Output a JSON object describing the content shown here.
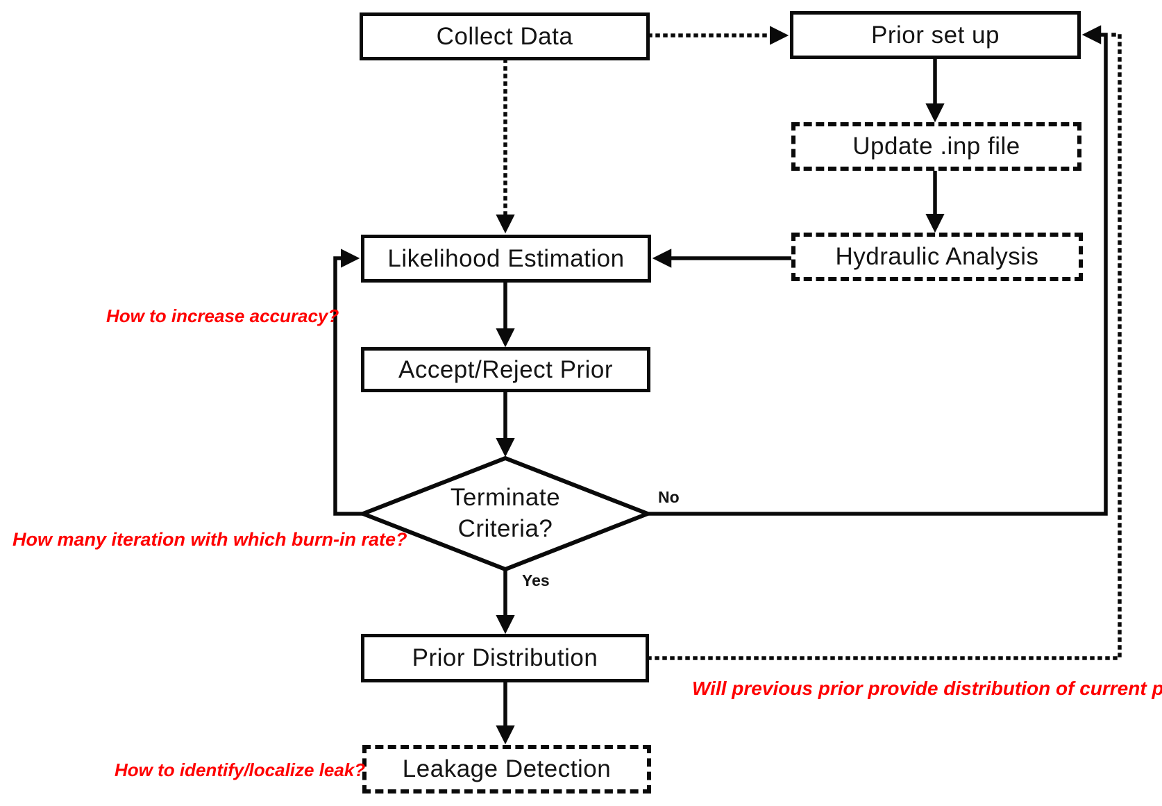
{
  "diagram": {
    "type": "flowchart",
    "background": "#ffffff",
    "colors": {
      "line": "#000000",
      "node_border": "#0a0a0a",
      "annotation": "#fe0000"
    },
    "nodes": {
      "collect_data": {
        "label": "Collect Data",
        "border": "solid"
      },
      "prior_setup": {
        "label": "Prior set up",
        "border": "solid"
      },
      "update_inp_file": {
        "label": "Update .inp file",
        "border": "dashed"
      },
      "hydraulic_analysis": {
        "label": "Hydraulic Analysis",
        "border": "dashed"
      },
      "likelihood_estimation": {
        "label": "Likelihood Estimation",
        "border": "solid"
      },
      "accept_reject_prior": {
        "label": "Accept/Reject Prior",
        "border": "solid"
      },
      "terminate_criteria": {
        "label": "Terminate Criteria?",
        "line1": "Terminate",
        "line2": "Criteria?",
        "shape": "decision",
        "border": "solid"
      },
      "prior_distribution": {
        "label": "Prior Distribution",
        "border": "solid"
      },
      "leakage_detection": {
        "label": "Leakage Detection",
        "border": "dashed"
      }
    },
    "edge_labels": {
      "no": "No",
      "yes": "Yes"
    },
    "edges": [
      {
        "from": "collect_data",
        "to": "prior_setup",
        "style": "dotted",
        "arrow": true
      },
      {
        "from": "collect_data",
        "to": "likelihood_estimation",
        "style": "dotted",
        "arrow": true
      },
      {
        "from": "prior_setup",
        "to": "update_inp_file",
        "style": "solid",
        "arrow": true
      },
      {
        "from": "update_inp_file",
        "to": "hydraulic_analysis",
        "style": "solid",
        "arrow": true
      },
      {
        "from": "hydraulic_analysis",
        "to": "likelihood_estimation",
        "style": "solid",
        "arrow": true
      },
      {
        "from": "likelihood_estimation",
        "to": "accept_reject_prior",
        "style": "solid",
        "arrow": true
      },
      {
        "from": "accept_reject_prior",
        "to": "terminate_criteria",
        "style": "solid",
        "arrow": true
      },
      {
        "from": "terminate_criteria",
        "to": "likelihood_estimation",
        "style": "solid",
        "arrow": true,
        "label": ""
      },
      {
        "from": "terminate_criteria",
        "to": "prior_setup",
        "style": "solid",
        "arrow": true,
        "label": "No"
      },
      {
        "from": "terminate_criteria",
        "to": "prior_distribution",
        "style": "solid",
        "arrow": true,
        "label": "Yes"
      },
      {
        "from": "prior_distribution",
        "to": "prior_setup",
        "style": "dotted",
        "arrow": false
      },
      {
        "from": "prior_distribution",
        "to": "leakage_detection",
        "style": "solid",
        "arrow": true
      }
    ],
    "annotations": {
      "increase_accuracy": {
        "text": "How to increase accuracy?"
      },
      "iteration_burn_in": {
        "text": "How many iteration with which burn-in rate?"
      },
      "previous_prior": {
        "text": "Will previous prior provide distribution of current prior?"
      },
      "identify_leak": {
        "text": "How to identify/localize leak?"
      }
    }
  }
}
